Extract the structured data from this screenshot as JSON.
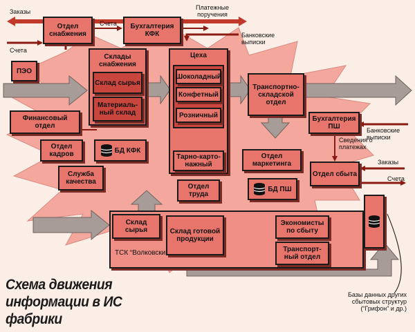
{
  "title": "Схема движения информации в ИС фабрики",
  "colors": {
    "background": "#fbeee6",
    "burst": "#f4a79d",
    "box": "#e8756c",
    "arrow_red": "#c0392b",
    "arrow_grey": "#a89c98"
  },
  "nodes": {
    "otdel_snabzheniya": "Отдел снабжения",
    "buhgalteriya_kfk": "Бухгалтерия КФК",
    "peo": "ПЭО",
    "sklady_snabzheniya": "Склады снабжения",
    "sklad_syrya_top": "Склад сырья",
    "materialny_sklad": "Материаль-ный склад",
    "tseha": "Цеха",
    "shokoladny": "Шоколадный",
    "konfetny": "Конфетный",
    "roznichny": "Розничный",
    "tarno_kartonazhny": "Тарно-карто-нажный",
    "transportno_skladskoy": "Транспортно-складской отдел",
    "finansovy_otdel": "Финансовый отдел",
    "otdel_kadrov": "Отдел кадров",
    "bd_kfk": "БД КФК",
    "sluzhba_kachestva": "Служба качества",
    "otdel_truda": "Отдел труда",
    "bd_psh": "БД ПШ",
    "otdel_marketinga": "Отдел маркетинга",
    "buhgalteriya_psh": "Бухгалтерия ПШ",
    "otdel_sbyta": "Отдел сбыта",
    "sklad_syrya_bottom": "Склад сырья",
    "sklad_gotovoy_produktsii": "Склад готовой продукции",
    "ekonomisty_po_sbytu": "Экономисты по сбыту",
    "transportny_otdel": "Транспорт-ный отдел",
    "tsk_volkovsky": "ТСК “Волковский”"
  },
  "labels": {
    "zakazy_top": "Заказы",
    "scheta_top": "Счета",
    "platezhnye_porucheniya": "Платежные поручения",
    "bankovskie_vypiski_top": "Банковские выписки",
    "scheta_left": "Счета",
    "bankovskie_vypiski_right": "Банковские выписки",
    "svedeniya_o_platezhah": "Сведения о платежах",
    "zakazy_right": "Заказы",
    "scheta_right": "Счета",
    "bazy_dannyh": "Базы данных других сбытовых структур (“Грифон” и др.)"
  }
}
